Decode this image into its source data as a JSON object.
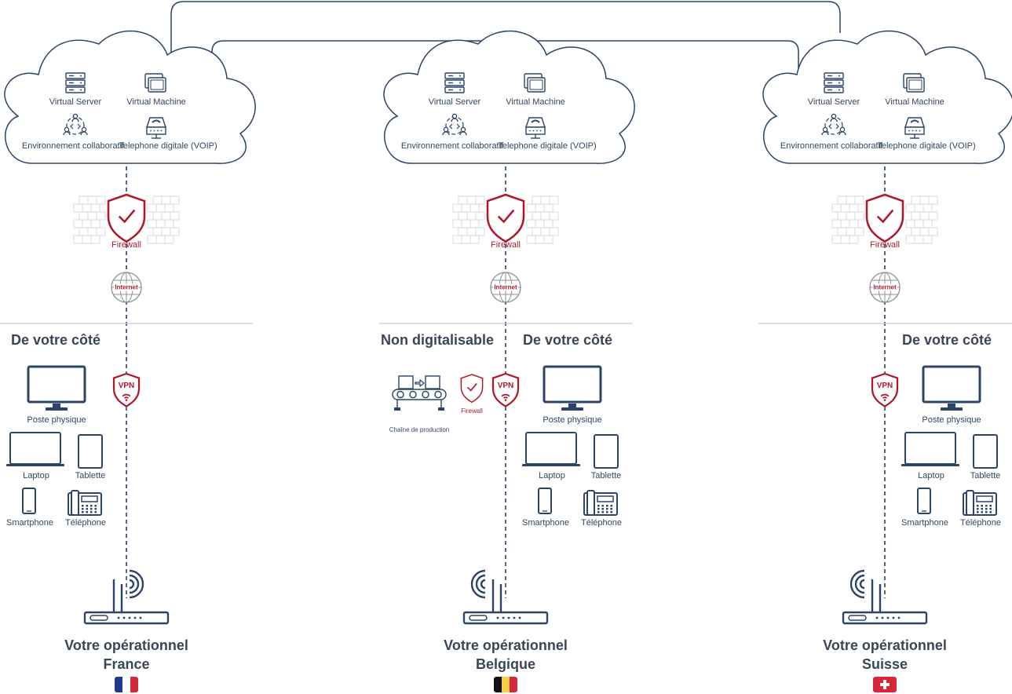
{
  "colors": {
    "navy": "#2b4467",
    "red": "#b0182a",
    "line": "#2b4467",
    "divider": "#c9ccd1"
  },
  "sites": [
    {
      "cloud": {
        "virtual_server": "Virtual Server",
        "virtual_machine": "Virtual Machine",
        "collab": "Environnement collaboratif",
        "voip": "Telephone digitale (VOIP)"
      },
      "firewall": "Firewall",
      "internet": "Internet",
      "side_title": "De votre côté",
      "vpn": "VPN",
      "devices": {
        "desktop": "Poste physique",
        "laptop": "Laptop",
        "tablet": "Tablette",
        "smartphone": "Smartphone",
        "phone": "Téléphone"
      },
      "operational": "Votre opérationnel",
      "country": "France",
      "flag": [
        "#1f3a8a",
        "#ffffff",
        "#d62839"
      ]
    },
    {
      "cloud": {
        "virtual_server": "Virtual Server",
        "virtual_machine": "Virtual Machine",
        "collab": "Environnement collaboratif",
        "voip": "Telephone digitale (VOIP)"
      },
      "firewall": "Firewall",
      "internet": "Internet",
      "side_title": "De votre côté",
      "vpn": "VPN",
      "non_digital_title": "Non digitalisable",
      "chain_label": "Chaîne de production",
      "small_firewall": "Firewall",
      "devices": {
        "desktop": "Poste physique",
        "laptop": "Laptop",
        "tablet": "Tablette",
        "smartphone": "Smartphone",
        "phone": "Téléphone"
      },
      "operational": "Votre opérationnel",
      "country": "Belgique",
      "flag": [
        "#111111",
        "#f4d03f",
        "#d62839"
      ]
    },
    {
      "cloud": {
        "virtual_server": "Virtual Server",
        "virtual_machine": "Virtual Machine",
        "collab": "Environnement collaboratif",
        "voip": "Telephone digitale (VOIP)"
      },
      "firewall": "Firewall",
      "internet": "Internet",
      "side_title": "De votre côté",
      "vpn": "VPN",
      "devices": {
        "desktop": "Poste physique",
        "laptop": "Laptop",
        "tablet": "Tablette",
        "smartphone": "Smartphone",
        "phone": "Téléphone"
      },
      "operational": "Votre opérationnel",
      "country": "Suisse",
      "flag": [
        "#d62839"
      ]
    }
  ]
}
